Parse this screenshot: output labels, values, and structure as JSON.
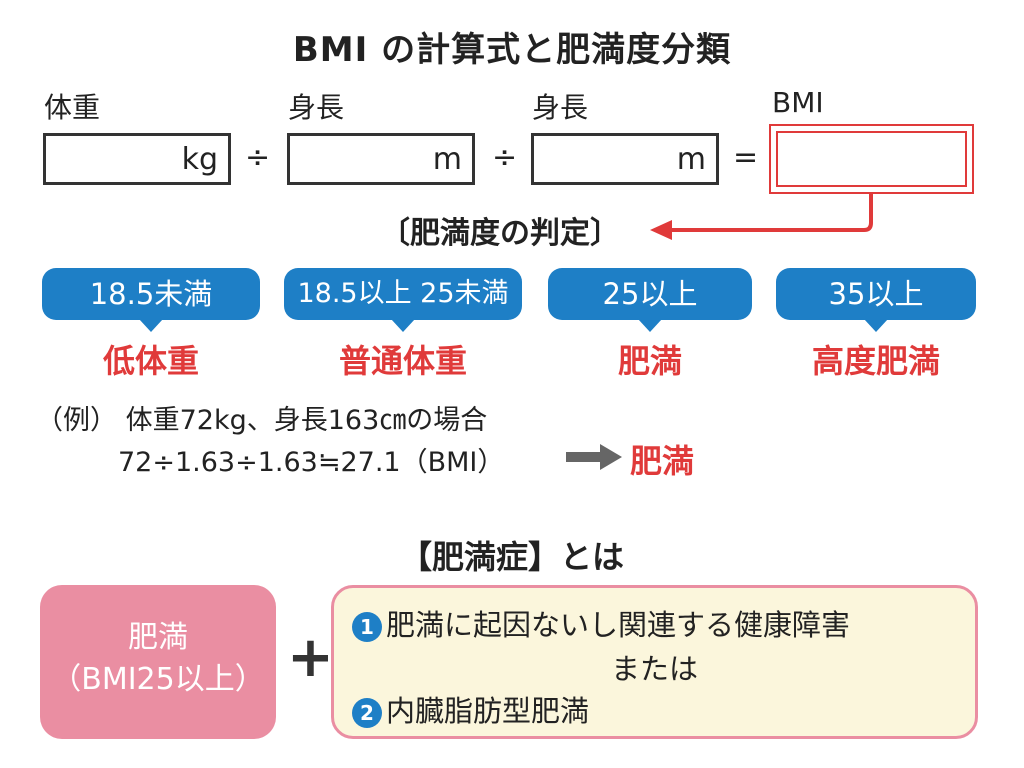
{
  "title": "BMI の計算式と肥満度分類",
  "formula": {
    "weight_label": "体重",
    "height_label_1": "身長",
    "height_label_2": "身長",
    "bmi_label": "BMI",
    "unit_kg": "kg",
    "unit_m_1": "m",
    "unit_m_2": "m",
    "op_div_1": "÷",
    "op_div_2": "÷",
    "op_eq": "="
  },
  "judgement_label": "〔肥満度の判定〕",
  "categories": [
    {
      "range": "18.5未満",
      "name": "低体重"
    },
    {
      "range": "18.5以上 25未満",
      "name": "普通体重"
    },
    {
      "range": "25以上",
      "name": "肥満"
    },
    {
      "range": "35以上",
      "name": "高度肥満"
    }
  ],
  "example": {
    "line1": "（例） 体重72kg、身長163㎝の場合",
    "line2": "72÷1.63÷1.63≒27.1（BMI）",
    "result": "肥満"
  },
  "obesity_disease": {
    "heading": "【肥満症】とは",
    "left_line1": "肥満",
    "left_line2": "（BMI25以上）",
    "plus": "+",
    "item1_num": "1",
    "item1_text": "肥満に起因ないし関連する健康障害",
    "or_text": "または",
    "item2_num": "2",
    "item2_text": "内臓脂肪型肥満"
  },
  "colors": {
    "accent_blue": "#1e7fc6",
    "accent_red": "#e03a3a",
    "pink": "#ea8ea2",
    "cream": "#fbf6dc"
  }
}
